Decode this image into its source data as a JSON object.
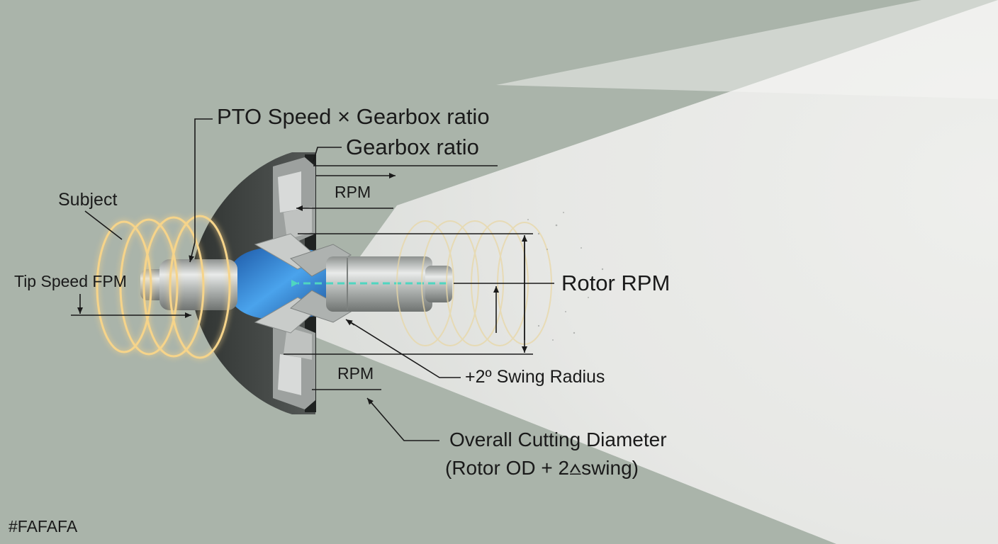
{
  "labels": {
    "pto_formula": "PTO Speed × Gearbox ratio",
    "gearbox_ratio": "Gearbox ratio",
    "rpm_top": "RPM",
    "subject": "Subject",
    "tip_speed": "Tip Speed FPM",
    "rotor_rpm": "Rotor RPM",
    "swing_radius": "+2º Swing Radius",
    "rpm_bottom": "RPM",
    "cutting_diameter_line1": "Overall Cutting Diameter",
    "cutting_diameter_line2": "(Rotor OD + 2⩟swing)",
    "color_code": "#FAFAFA"
  },
  "colors": {
    "background": "#aab4aa",
    "light_beam": "#f2f2f0",
    "housing_dark": "#3e4240",
    "metal": "#c9ccca",
    "flow_blue": "#3f8fd8",
    "glow": "#f6d48a",
    "flow_arrow": "#4fd6c0"
  }
}
